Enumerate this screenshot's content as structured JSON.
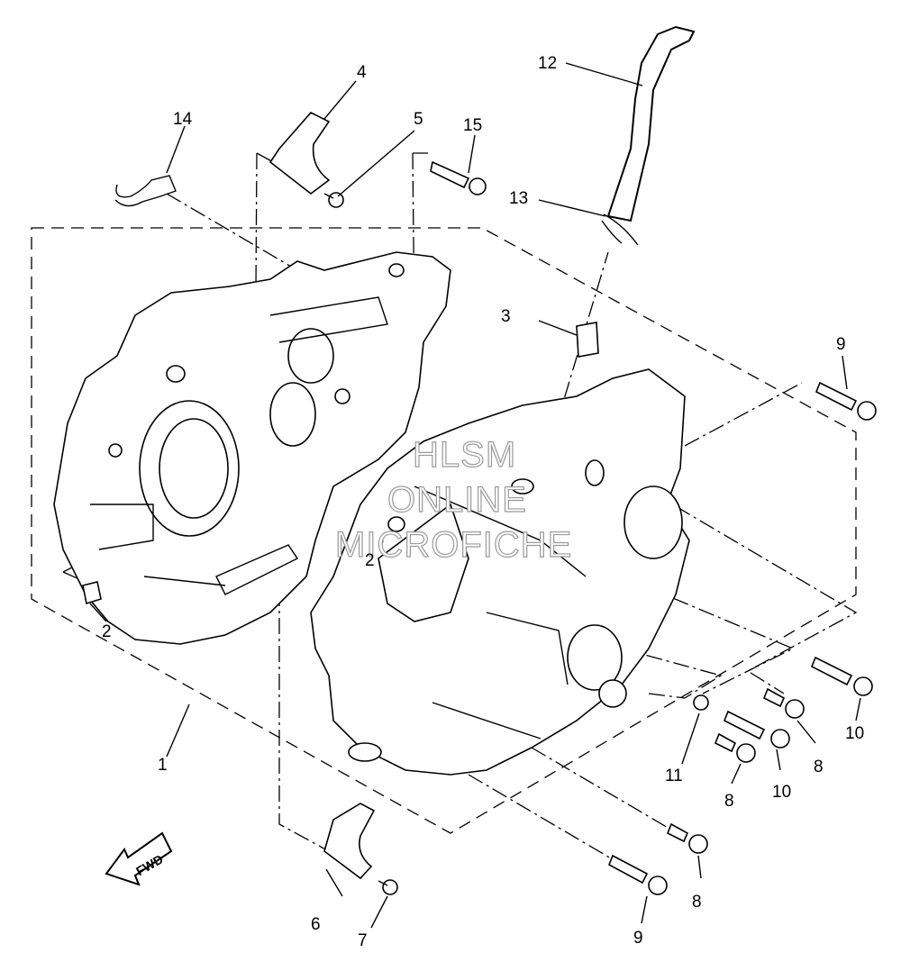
{
  "watermark": {
    "line1": "HLSM",
    "line2": "ONLINE",
    "line3": "MICROFICHE"
  },
  "direction_arrow": {
    "label": "FWD"
  },
  "callouts": {
    "n1": "1",
    "n2a": "2",
    "n2b": "2",
    "n3": "3",
    "n4": "4",
    "n5": "5",
    "n6": "6",
    "n7": "7",
    "n8a": "8",
    "n8b": "8",
    "n8c": "8",
    "n9a": "9",
    "n9b": "9",
    "n10a": "10",
    "n10b": "10",
    "n11": "11",
    "n12": "12",
    "n13": "13",
    "n14": "14",
    "n15": "15"
  }
}
